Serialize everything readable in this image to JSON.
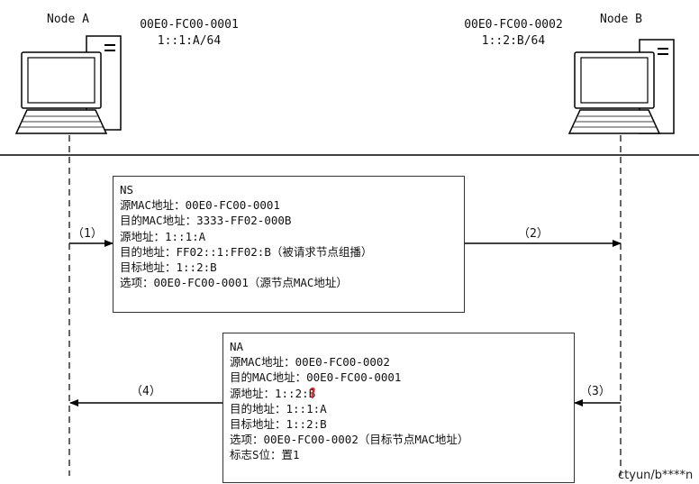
{
  "node_a": {
    "name": "Node A",
    "mac": "00E0-FC00-0001",
    "ipv6": "1::1:A/64"
  },
  "node_b": {
    "name": "Node B",
    "mac": "00E0-FC00-0002",
    "ipv6": "1::2:B/64"
  },
  "ns_box": {
    "lines": [
      "NS",
      "源MAC地址：00E0-FC00-0001",
      "目的MAC地址：3333-FF02-000B",
      "源地址：1::1:A",
      "目的地址：FF02::1:FF02:B（被请求节点组播）",
      "目标地址：1::2:B",
      "选项：00E0-FC00-0001（源节点MAC地址）"
    ]
  },
  "na_box": {
    "lines": [
      "NA",
      "源MAC地址：00E0-FC00-0002",
      "目的MAC地址：00E0-FC00-0001",
      "源地址：1::2:B",
      "目的地址：1::1:A",
      "目标地址：1::2:B",
      "选项：00E0-FC00-0002（目标节点MAC地址）",
      "标志S位：置1"
    ]
  },
  "steps": {
    "s1": "（1）",
    "s2": "（2）",
    "s3": "（3）",
    "s4": "（4）"
  },
  "watermark": "ctyun/b****n",
  "colors": {
    "line": "#000000",
    "box_border": "#333333",
    "annotation": "#e0201c"
  }
}
